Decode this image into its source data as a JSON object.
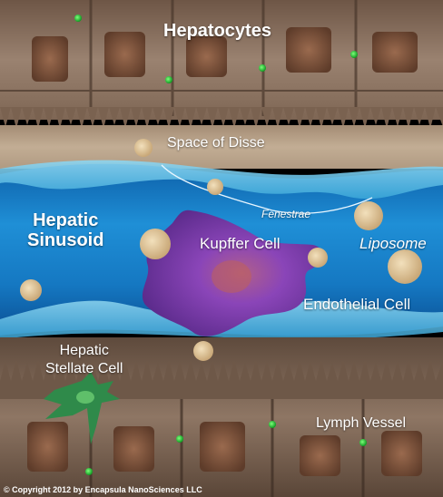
{
  "labels": {
    "hepatocytes": "Hepatocytes",
    "space_of_disse": "Space of Disse",
    "fenestrae": "Fenestrae",
    "hepatic_sinusoid": "Hepatic\nSinusoid",
    "kupffer_cell": "Kupffer Cell",
    "liposome": "Liposome",
    "endothelial_cell": "Endothelial Cell",
    "hepatic_stellate_cell": "Hepatic\nStellate Cell",
    "lymph_vessel": "Lymph Vessel"
  },
  "copyright": "© Copyright 2012 by Encapsula NanoSciences LLC",
  "colors": {
    "hepatocyte_tissue": "#8a7260",
    "space_of_disse": "#b59f85",
    "sinusoid_blue": "#1a86cc",
    "kupffer_purple": "#7a3fa8",
    "liposome": "#e2c9a0",
    "stellate_green": "#2f8a4a",
    "lymph_dot": "#22cc33"
  }
}
